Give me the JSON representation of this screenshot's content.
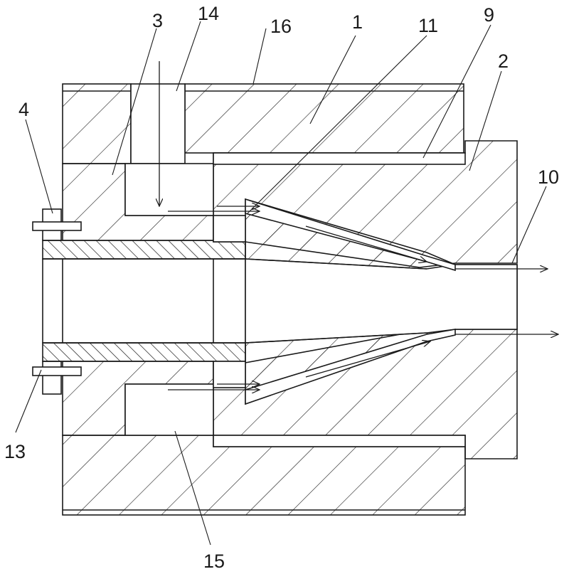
{
  "figure": {
    "labels": {
      "l1": "1",
      "l2": "2",
      "l3": "3",
      "l4": "4",
      "l9": "9",
      "l10": "10",
      "l11": "11",
      "l13": "13",
      "l14": "14",
      "l15": "15",
      "l16": "16"
    },
    "colors": {
      "line": "#1a1a1a",
      "background": "#ffffff"
    }
  }
}
